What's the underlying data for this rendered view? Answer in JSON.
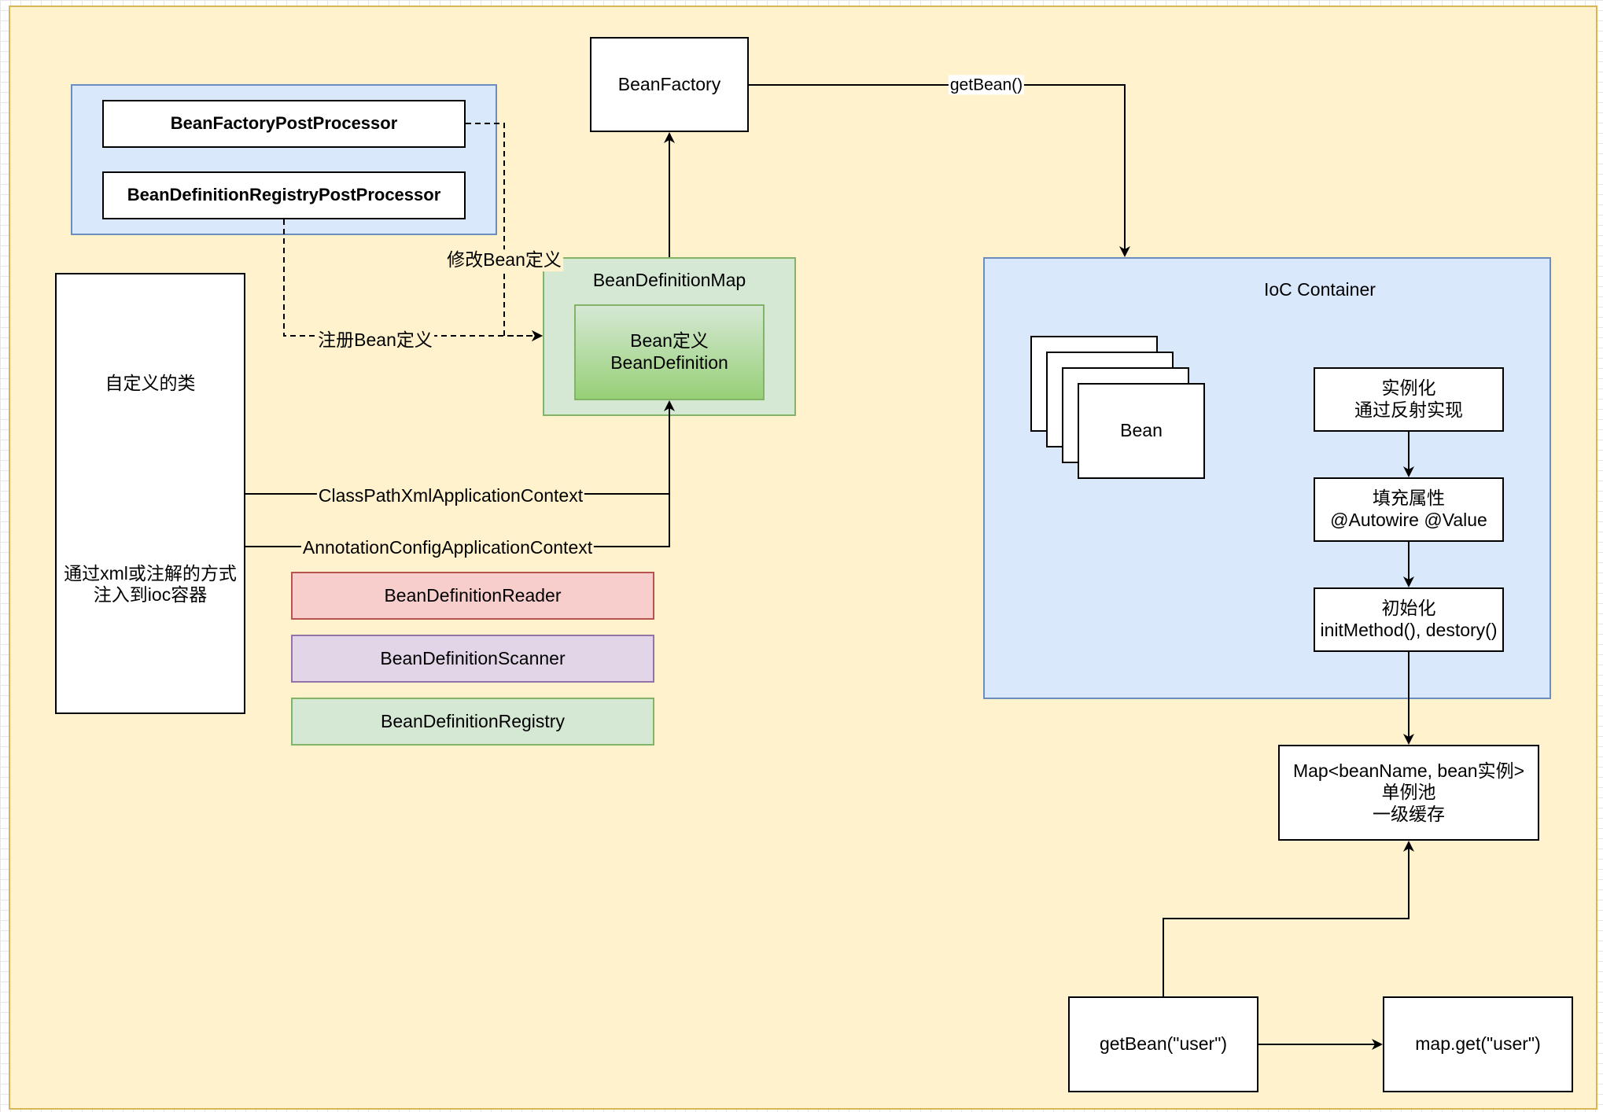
{
  "diagram": {
    "processors": {
      "factory_post_processor": "BeanFactoryPostProcessor",
      "registry_post_processor": "BeanDefinitionRegistryPostProcessor"
    },
    "bean_factory": "BeanFactory",
    "get_bean_edge": "getBean()",
    "custom_class": {
      "title": "自定义的类",
      "note_line1": "通过xml或注解的方式",
      "note_line2": "注入到ioc容器"
    },
    "edges": {
      "modify": "修改Bean定义",
      "register": "注册Bean定义",
      "classpath_ctx": "ClassPathXmlApplicationContext",
      "annotation_ctx": "AnnotationConfigApplicationContext"
    },
    "bean_definition_map": {
      "title": "BeanDefinitionMap",
      "inner_line1": "Bean定义",
      "inner_line2": "BeanDefinition"
    },
    "helpers": {
      "reader": "BeanDefinitionReader",
      "scanner": "BeanDefinitionScanner",
      "registry": "BeanDefinitionRegistry"
    },
    "ioc_container": {
      "title": "IoC Container",
      "bean": "Bean",
      "instantiate_line1": "实例化",
      "instantiate_line2": "通过反射实现",
      "populate_line1": "填充属性",
      "populate_line2": "@Autowire @Value",
      "init_line1": "初始化",
      "init_line2": "initMethod(), destory()"
    },
    "singleton_pool": {
      "line1": "Map<beanName, bean实例>",
      "line2": "单例池",
      "line3": "一级缓存"
    },
    "get_bean_user": "getBean(\"user\")",
    "map_get_user": "map.get(\"user\")"
  },
  "colors": {
    "canvas": "#fff2cc",
    "canvas_border": "#d6b656",
    "blue_fill": "#dae8fc",
    "blue_stroke": "#6c8ebf",
    "green_fill": "#d5e8d4",
    "green_stroke": "#82b366",
    "red_fill": "#f8cecc",
    "purple_fill": "#e1d5e7"
  }
}
